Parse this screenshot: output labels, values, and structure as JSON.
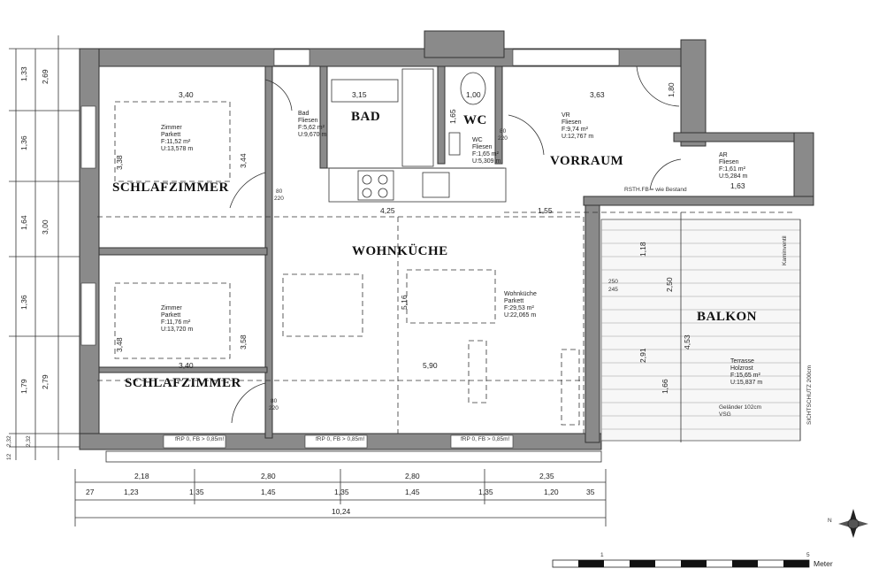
{
  "rooms": {
    "bad": "BAD",
    "wc": "WC",
    "vorraum": "VORRAUM",
    "schlafzimmer_top": "SCHLAFZIMMER",
    "schlafzimmer_bottom": "SCHLAFZIMMER",
    "wohnkueche": "WOHNKÜCHE",
    "balkon": "BALKON"
  },
  "room_details": {
    "zimmer1": [
      "Zimmer",
      "Parkett",
      "F:11,52 m²",
      "U:13,578 m"
    ],
    "zimmer2": [
      "Zimmer",
      "Parkett",
      "F:11,76 m²",
      "U:13,720 m"
    ],
    "bad": [
      "Bad",
      "Fliesen",
      "F:5,62 m²",
      "U:9,670 m"
    ],
    "wc": [
      "WC",
      "Fliesen",
      "F:1,65 m²",
      "U:5,309 m"
    ],
    "vr": [
      "VR",
      "Fliesen",
      "F:9,74 m²",
      "U:12,767 m"
    ],
    "ar": [
      "AR",
      "Fliesen",
      "F:1,61 m²",
      "U:5,284 m"
    ],
    "wohnkueche": [
      "Wohnküche",
      "Parkett",
      "F:29,53 m²",
      "U:22,065 m"
    ],
    "terrasse": [
      "Terrasse",
      "Holzrost",
      "F:15,65 m²",
      "U:15,837 m"
    ]
  },
  "annotations": {
    "gelaender": "Geländer 102cm",
    "vsg": "VSG",
    "kaminventil": "Kaminventil",
    "rsth": "RSTH.FB = wie Bestand",
    "fenster_bottom": "fRP 0, FB > 0,85m!",
    "sichtschutz": "SICHTSCHUTZ 200cm"
  },
  "left_dims": [
    "1,33",
    "2,69",
    "1,36",
    "3,00",
    "1,64",
    "1,36",
    "2,79",
    "1,79",
    "2,32",
    "2,32",
    "12"
  ],
  "bottom_dims_row1": [
    "2,18",
    "2,80",
    "2,80",
    "2,35"
  ],
  "bottom_dims_row2": [
    "27",
    "1,23",
    "1,35",
    "1,45",
    "1,35",
    "1,45",
    "1,35",
    "1,20",
    "35"
  ],
  "bottom_total": "10,24",
  "inner_dims": {
    "z1_width": "3,40",
    "bad_width": "3,15",
    "vr_width": "3,63",
    "z2_width": "3,40",
    "wk_width1": "4,25",
    "wk_width2": "1,55",
    "wk_width3": "5,90",
    "wk_height": "5,16",
    "z1_height": "3,44",
    "z1_height2": "3,38",
    "z2_height": "3,58",
    "z2_height2": "3,48",
    "balkon_h1": "2,50",
    "balkon_h2": "4,53",
    "balkon_h3": "1,18",
    "balkon_h4": "2,91",
    "balkon_h5": "1,66",
    "wc_w": "1,00",
    "vr_h": "1,80",
    "ar_w": "1,63",
    "door_80": "80",
    "door_220": "220",
    "wc_165": "1,65",
    "w250": "250",
    "w245": "245"
  },
  "scale": {
    "label_mid": "1",
    "label_end": "5",
    "unit": "Meter"
  },
  "north": "N"
}
